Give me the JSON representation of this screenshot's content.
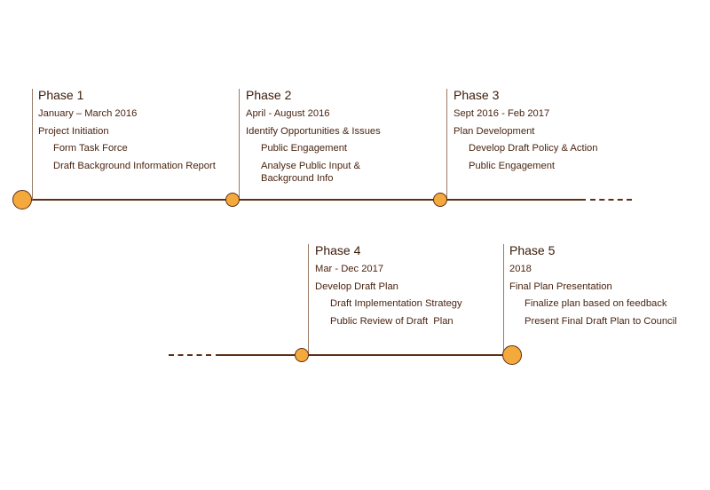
{
  "colors": {
    "line": "#5c2f16",
    "node_fill": "#f4a93d",
    "text": "#4a2410"
  },
  "phases": [
    {
      "title": "Phase 1",
      "date": "January – March 2016",
      "task": "Project Initiation",
      "subtasks": [
        "Form Task Force",
        "Draft Background Information Report"
      ]
    },
    {
      "title": "Phase 2",
      "date": "April - August 2016",
      "task": "Identify Opportunities & Issues",
      "subtasks": [
        "Public Engagement",
        "Analyse Public Input &",
        "Background Info"
      ]
    },
    {
      "title": "Phase 3",
      "date": "Sept 2016 - Feb 2017",
      "task": "Plan Development",
      "subtasks": [
        "Develop Draft Policy & Action",
        "Public Engagement"
      ]
    },
    {
      "title": "Phase 4",
      "date": "Mar - Dec 2017",
      "task": "Develop Draft Plan",
      "subtasks": [
        "Draft Implementation Strategy",
        "Public Review of Draft  Plan"
      ]
    },
    {
      "title": "Phase 5",
      "date": "2018",
      "task": "Final Plan Presentation",
      "subtasks": [
        "Finalize plan based on feedback",
        "Present Final Draft Plan to Council"
      ]
    }
  ]
}
